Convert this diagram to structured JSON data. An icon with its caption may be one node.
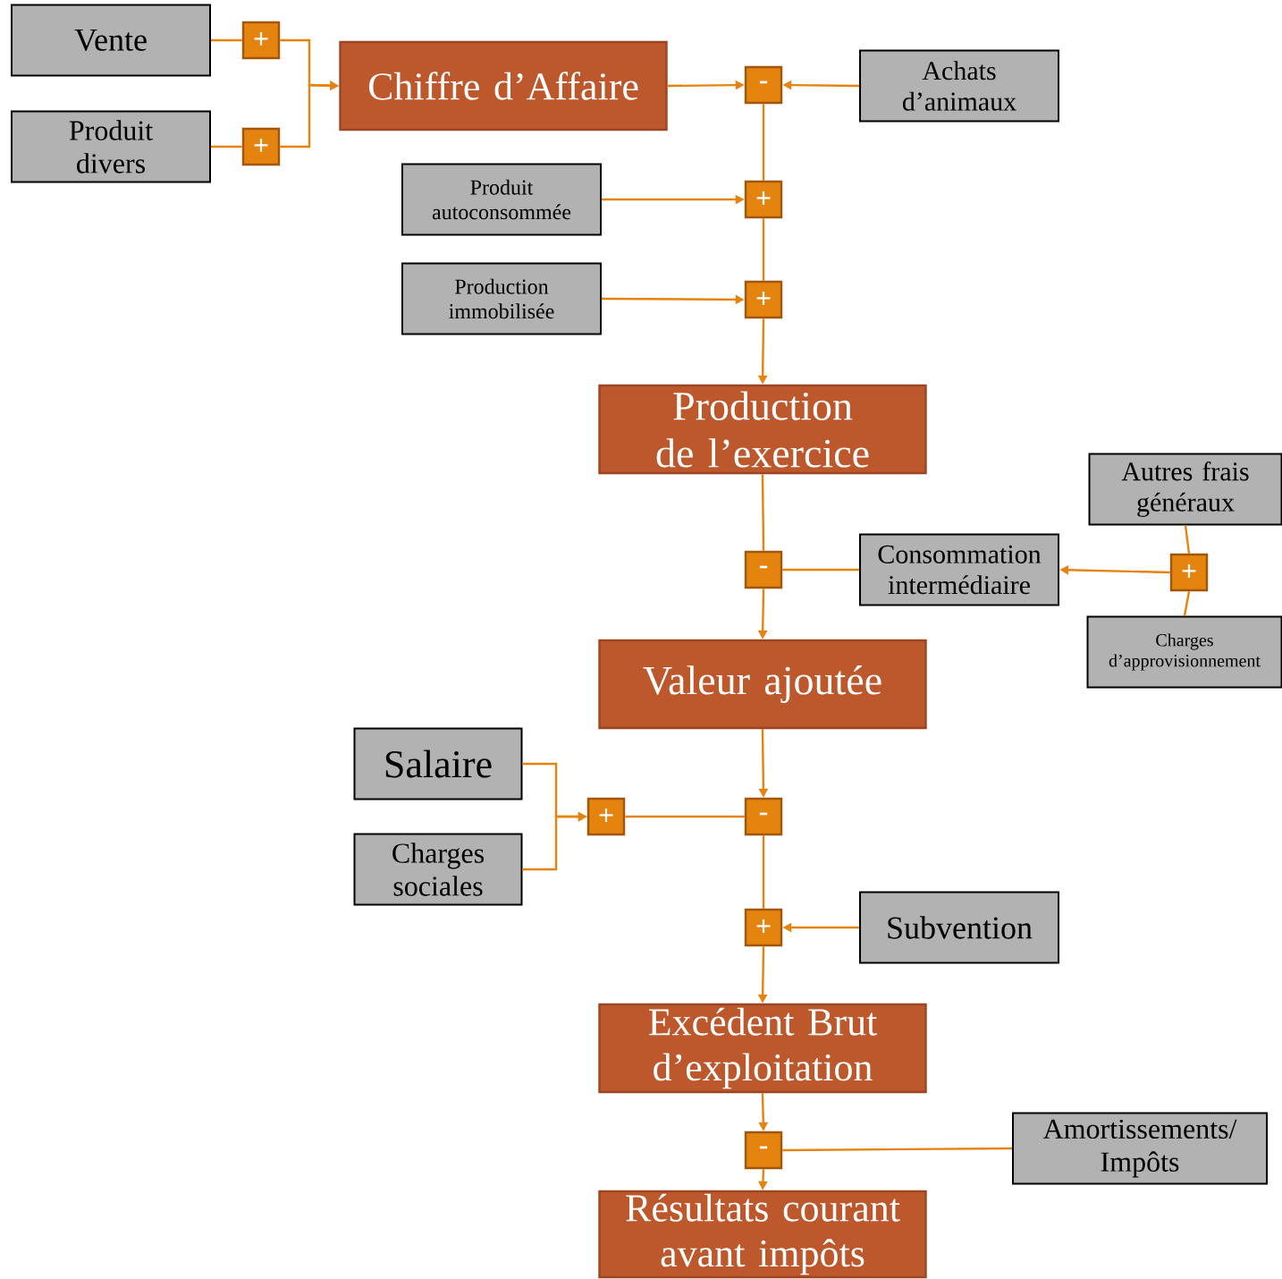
{
  "diagram": {
    "nodes": [
      {
        "text": [
          "Vente"
        ]
      },
      {
        "text": [
          "Produit divers"
        ]
      },
      {
        "text": [
          "+"
        ]
      },
      {
        "text": [
          "+"
        ]
      },
      {
        "text": [
          "Chiffre d’Affaire"
        ]
      },
      {
        "text": [
          "-"
        ]
      },
      {
        "text": [
          "Achats d’animaux"
        ]
      },
      {
        "text": [
          "Produit autoconsommée"
        ]
      },
      {
        "text": [
          "+"
        ]
      },
      {
        "text": [
          "Production immobilisée"
        ]
      },
      {
        "text": [
          "+"
        ]
      },
      {
        "text": [
          "Production de l’exercice"
        ]
      },
      {
        "text": [
          "Autres frais généraux"
        ]
      },
      {
        "text": [
          "-"
        ]
      },
      {
        "text": [
          "Consommation intermédiaire"
        ]
      },
      {
        "text": [
          "+"
        ]
      },
      {
        "text": [
          "Charges d’approvisionnement"
        ]
      },
      {
        "text": [
          "Valeur ajoutée"
        ]
      },
      {
        "text": [
          "Salaire"
        ]
      },
      {
        "text": [
          "+"
        ]
      },
      {
        "text": [
          "-"
        ]
      },
      {
        "text": [
          "Charges sociales"
        ]
      },
      {
        "text": [
          "+"
        ]
      },
      {
        "text": [
          "Subvention"
        ]
      },
      {
        "text": [
          "Excédent Brut d’exploitation"
        ]
      },
      {
        "text": [
          "-"
        ]
      },
      {
        "text": [
          "Amortissements/ Impôts"
        ]
      },
      {
        "text": [
          "Résultats courant avant impôts"
        ]
      }
    ],
    "edges": [
      {
        "from": 0,
        "to": 2,
        "arrow": "none"
      },
      {
        "from": 1,
        "to": 3,
        "arrow": "none"
      },
      {
        "from": 2,
        "to": 4,
        "arrow": "to"
      },
      {
        "from": 3,
        "to": 4,
        "arrow": "to"
      },
      {
        "from": 4,
        "to": 5,
        "arrow": "to"
      },
      {
        "from": 6,
        "to": 5,
        "arrow": "to"
      },
      {
        "from": 5,
        "to": 8,
        "arrow": "none"
      },
      {
        "from": 7,
        "to": 8,
        "arrow": "to"
      },
      {
        "from": 8,
        "to": 10,
        "arrow": "none"
      },
      {
        "from": 9,
        "to": 10,
        "arrow": "to"
      },
      {
        "from": 10,
        "to": 11,
        "arrow": "to"
      },
      {
        "from": 11,
        "to": 13,
        "arrow": "none"
      },
      {
        "from": 14,
        "to": 13,
        "arrow": "none"
      },
      {
        "from": 13,
        "to": 17,
        "arrow": "to"
      },
      {
        "from": 12,
        "to": 15,
        "arrow": "none"
      },
      {
        "from": 16,
        "to": 15,
        "arrow": "none"
      },
      {
        "from": 15,
        "to": 14,
        "arrow": "to"
      },
      {
        "from": 17,
        "to": 20,
        "arrow": "to"
      },
      {
        "from": 18,
        "to": 19,
        "arrow": "to"
      },
      {
        "from": 21,
        "to": 19,
        "arrow": "to"
      },
      {
        "from": 19,
        "to": 20,
        "arrow": "none"
      },
      {
        "from": 20,
        "to": 22,
        "arrow": "none"
      },
      {
        "from": 23,
        "to": 22,
        "arrow": "to"
      },
      {
        "from": 22,
        "to": 24,
        "arrow": "to"
      },
      {
        "from": 24,
        "to": 25,
        "arrow": "to"
      },
      {
        "from": 26,
        "to": 25,
        "arrow": "none"
      },
      {
        "from": 25,
        "to": 27,
        "arrow": "to"
      }
    ]
  }
}
